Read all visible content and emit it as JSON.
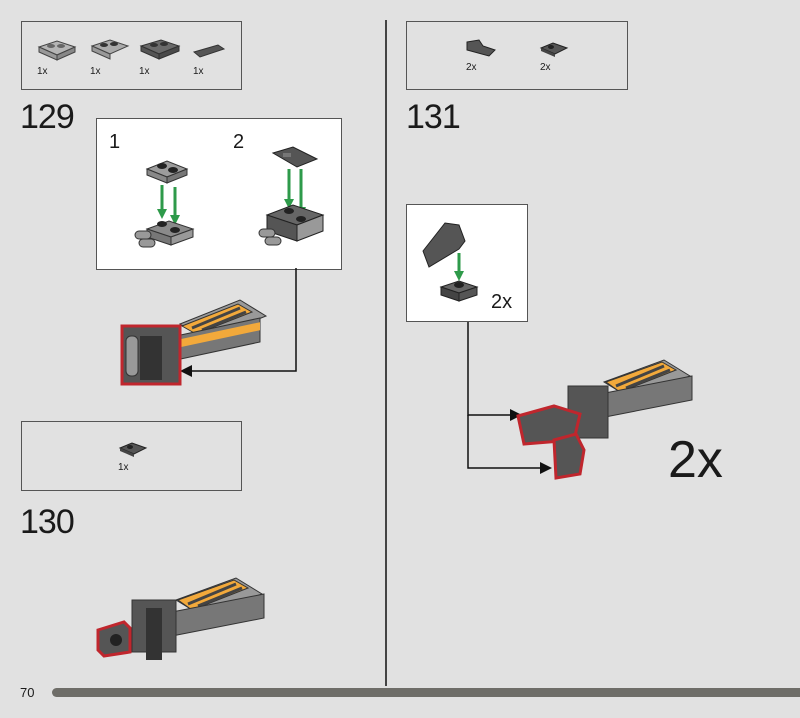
{
  "page_number": "70",
  "steps": [
    {
      "number": "129",
      "parts": [
        {
          "qty": "1x",
          "icon": "plate-1x2-with-bars"
        },
        {
          "qty": "1x",
          "icon": "plate-with-clip"
        },
        {
          "qty": "1x",
          "icon": "plate-1x2-dark"
        },
        {
          "qty": "1x",
          "icon": "tile-grille"
        }
      ],
      "substeps": [
        "1",
        "2"
      ]
    },
    {
      "number": "130",
      "parts": [
        {
          "qty": "1x",
          "icon": "plate-with-clip-dark"
        }
      ]
    },
    {
      "number": "131",
      "parts": [
        {
          "qty": "2x",
          "icon": "slope-dark"
        },
        {
          "qty": "2x",
          "icon": "plate-with-clip-dark"
        }
      ],
      "callout_qty": "2x",
      "multiplier": "2x"
    }
  ],
  "progress": 0.94,
  "colors": {
    "background": "#e1e1e1",
    "arrow": "#2e9a4a",
    "highlight": "#c0262d",
    "accent": "#f2a93b"
  }
}
